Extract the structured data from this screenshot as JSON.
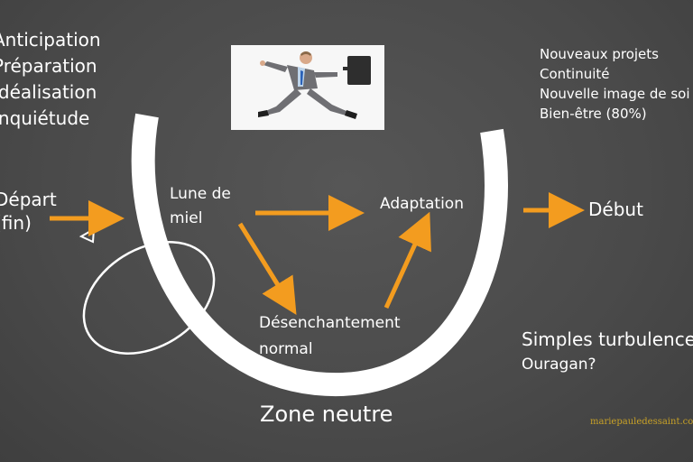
{
  "left_list": [
    "Anticipation",
    "Préparation",
    "Idéalisation",
    "Inquiétude"
  ],
  "right_list": [
    "Nouveaux projets",
    "Continuité",
    "Nouvelle image de soi",
    "Bien-être (80%)"
  ],
  "nodes": {
    "depart_line1": "Départ",
    "depart_line2": "(fin)",
    "lune_line1": "Lune de",
    "lune_line2": "miel",
    "adaptation": "Adaptation",
    "debut": "Début",
    "desench_line1": "Désenchantement",
    "desench_line2": "normal",
    "zone_neutre": "Zone neutre",
    "turbulences": "Simples turbulences",
    "ouragan": "Ouragan?"
  },
  "watermark": "mariepauledessaint.com",
  "photo_subject": "leaping-businessman-with-briefcase",
  "colors": {
    "background": "#4d4d4d",
    "arrow": "#f39c1f",
    "curve": "#ffffff",
    "watermark": "#c9a227"
  }
}
